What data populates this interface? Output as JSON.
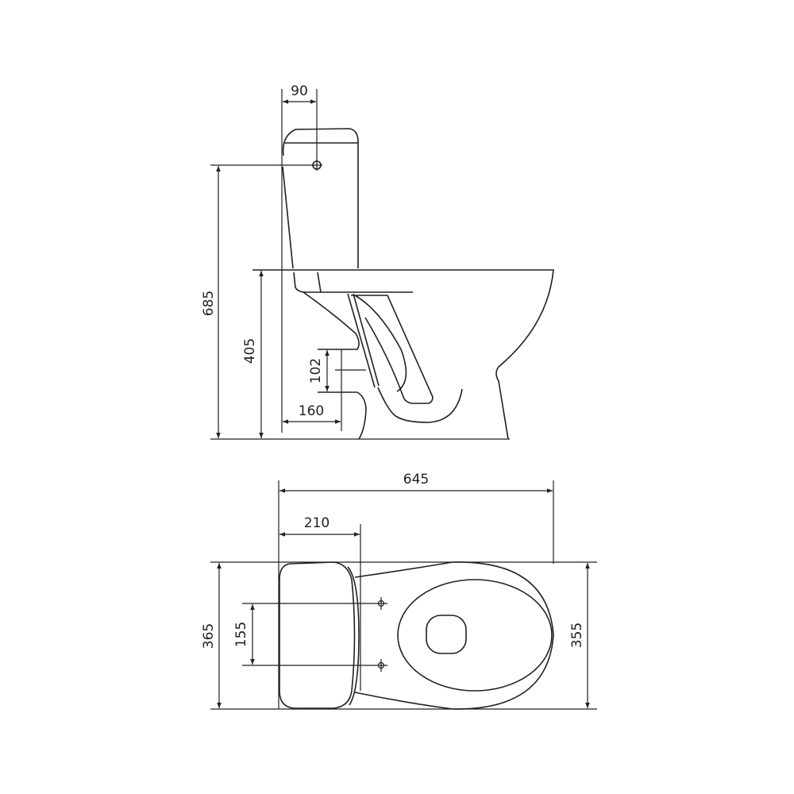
{
  "colors": {
    "line": "#231f20",
    "background": "#ffffff"
  },
  "side_view": {
    "dimensions": {
      "inlet_offset": "90",
      "total_height": "685",
      "seat_height": "405",
      "outlet_height_range": "102",
      "outlet_offset": "160"
    }
  },
  "top_view": {
    "dimensions": {
      "total_length": "645",
      "tank_depth": "210",
      "tank_width": "365",
      "fixing_spacing": "155",
      "bowl_width": "355"
    }
  }
}
